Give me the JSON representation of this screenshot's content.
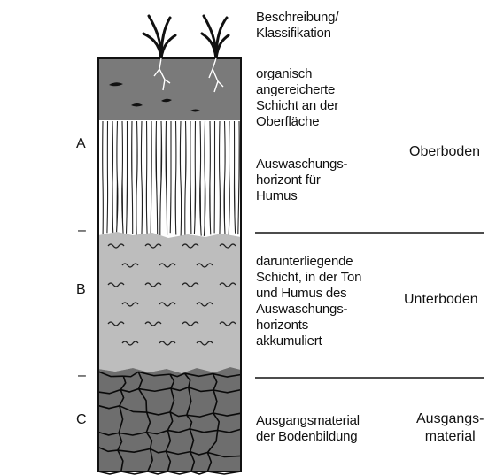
{
  "column_header": "Beschreibung/\nKlassifikation",
  "horizons": [
    {
      "letter": "A",
      "zone": "Oberboden"
    },
    {
      "letter": "B",
      "zone": "Unterboden"
    },
    {
      "letter": "C",
      "zone": "Ausgangs-\nmaterial"
    }
  ],
  "separator_mark": "–",
  "layers": [
    {
      "description": "organisch\nangereicherte\nSchicht an der\nOberfläche",
      "fill": "#7a7a7a"
    },
    {
      "description": "Auswaschungs-\nhorizont für\nHumus",
      "fill": "#ffffff"
    },
    {
      "description": "darunterliegende\nSchicht, in der Ton\nund Humus des\nAuswaschungs-\nhorizonts\nakkumuliert",
      "fill": "#bdbdbd"
    },
    {
      "description": "Ausgangsmaterial\nder Bodenbildung",
      "fill": "#6e6e6e"
    }
  ]
}
